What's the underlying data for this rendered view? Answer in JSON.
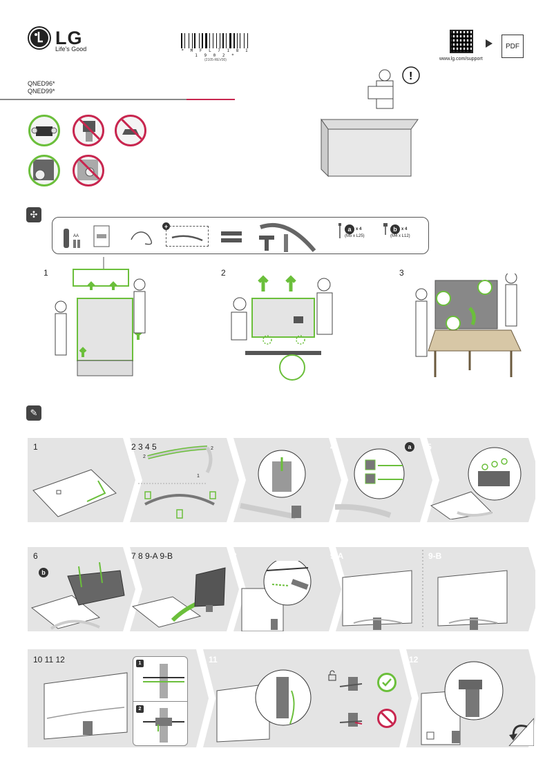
{
  "header": {
    "brand": "LG",
    "tagline": "Life's Good",
    "barcode_text": "* M F L 7 1 8 1 1 9 0 2 *",
    "barcode_sub": "(2105-REV00)",
    "support_url": "www.lg.com/support",
    "pdf_label": "PDF"
  },
  "models": [
    "QNED96*",
    "QNED99*"
  ],
  "unpacking_steps": [
    "1",
    "2",
    "3"
  ],
  "parts": {
    "screw_a": {
      "letter": "a",
      "qty": "x 4",
      "size": "(M5 x L25)"
    },
    "screw_b": {
      "letter": "b",
      "qty": "x 4",
      "size": "(M4 x L12)"
    },
    "battery_label": "AA"
  },
  "assembly": {
    "row1": [
      {
        "label": "1",
        "style": "dark"
      },
      {
        "label": "2 3 4 5",
        "style": "dark"
      },
      {
        "label": "3",
        "style": "white"
      },
      {
        "label": "4",
        "style": "white"
      },
      {
        "label": "5",
        "style": "white"
      }
    ],
    "row2": [
      {
        "label": "6",
        "style": "dark"
      },
      {
        "label": "7 8 9-A 9-B",
        "style": "dark"
      },
      {
        "label": "8",
        "style": "white"
      },
      {
        "label": "9-A",
        "style": "white"
      },
      {
        "label": "9-B",
        "style": "white"
      }
    ],
    "row3": [
      {
        "label": "10 11 12",
        "style": "dark"
      },
      {
        "label": "11",
        "style": "white"
      },
      {
        "label": "12",
        "style": "white"
      }
    ],
    "sub_steps": [
      "1",
      "2"
    ],
    "stand_letters": [
      "a",
      "b"
    ],
    "arm_markers": [
      "2",
      "2",
      "1"
    ]
  },
  "colors": {
    "ok_green": "#6bbf3b",
    "no_red": "#c8264f",
    "band_gray": "#e4e4e4"
  }
}
